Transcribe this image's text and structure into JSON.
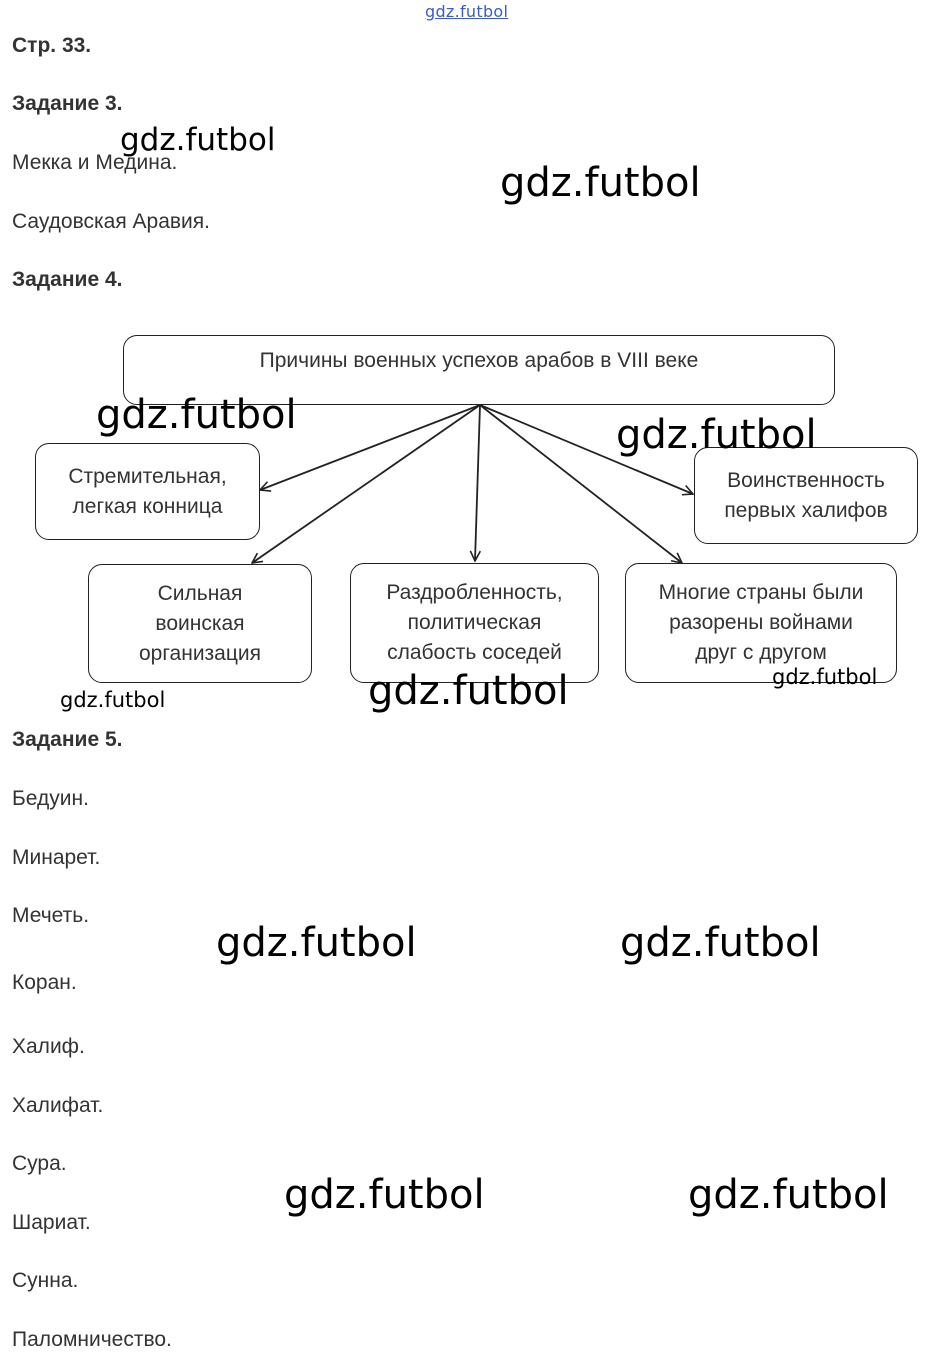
{
  "watermark_top": "gdz.futbol",
  "watermark": "gdz.futbol",
  "page_ref": "Стр. 33.",
  "task3": {
    "title": "Задание 3.",
    "answers": [
      "Мекка и Медина.",
      "Саудовская Аравия."
    ]
  },
  "task4": {
    "title": "Задание 4.",
    "diagram": {
      "root": "Причины военных успехов арабов в VIII веке",
      "nodes": [
        "Стремительная,\nлегкая конница",
        "Воинственность\nпервых халифов",
        "Сильная\nвоинская\nорганизация",
        "Раздробленность,\nполитическая\nслабость соседей",
        "Многие страны были\nразорены войнами\nдруг с другом"
      ]
    }
  },
  "task5": {
    "title": "Задание 5.",
    "terms": [
      "Бедуин.",
      "Минарет.",
      "Мечеть.",
      "Коран.",
      "Халиф.",
      "Халифат.",
      "Сура.",
      "Шариат.",
      "Сунна.",
      "Паломничество."
    ]
  }
}
